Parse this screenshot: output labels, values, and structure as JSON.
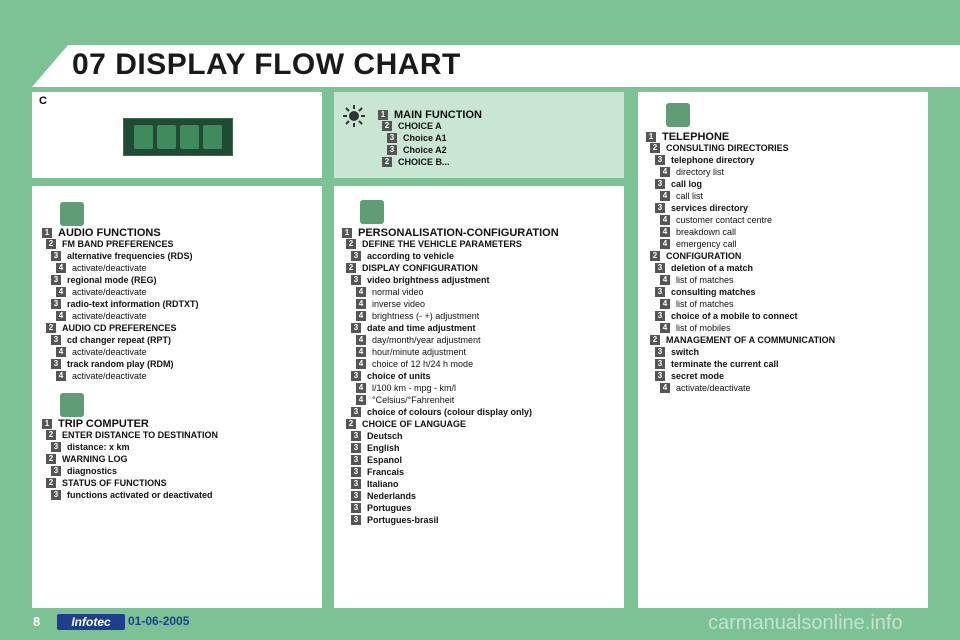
{
  "page": {
    "title": "07 DISPLAY FLOW CHART",
    "page_number": "8",
    "logo_text": "Infotec",
    "date": "01-06-2005",
    "watermark": "carmanualsonline.info",
    "letter": "C"
  },
  "accent_colors": {
    "background": "#7dc295",
    "panel": "#ffffff",
    "panel_highlight": "#c9e6d3",
    "badge": "#555555",
    "logo": "#1e3f8f"
  },
  "sections": {
    "main_function": {
      "icon": "sun-icon",
      "items": [
        {
          "level": "1",
          "text": "MAIN FUNCTION"
        },
        {
          "level": "2",
          "text": "CHOICE A"
        },
        {
          "level": "3",
          "text": "Choice A1"
        },
        {
          "level": "3",
          "text": "Choice A2"
        },
        {
          "level": "2",
          "text": "CHOICE B..."
        }
      ]
    },
    "audio": {
      "icon": "audio-icon",
      "items": [
        {
          "level": "1",
          "text": "AUDIO FUNCTIONS"
        },
        {
          "level": "2",
          "text": "FM BAND PREFERENCES"
        },
        {
          "level": "3",
          "text": "alternative frequencies (RDS)"
        },
        {
          "level": "4",
          "text": "activate/deactivate"
        },
        {
          "level": "3",
          "text": "regional mode (REG)"
        },
        {
          "level": "4",
          "text": "activate/deactivate"
        },
        {
          "level": "3",
          "text": "radio-text information (RDTXT)"
        },
        {
          "level": "4",
          "text": "activate/deactivate"
        },
        {
          "level": "2",
          "text": "AUDIO CD PREFERENCES"
        },
        {
          "level": "3",
          "text": "cd changer repeat (RPT)"
        },
        {
          "level": "4",
          "text": "activate/deactivate"
        },
        {
          "level": "3",
          "text": "track random play (RDM)"
        },
        {
          "level": "4",
          "text": "activate/deactivate"
        }
      ]
    },
    "trip": {
      "icon": "trip-computer-icon",
      "items": [
        {
          "level": "1",
          "text": "TRIP COMPUTER"
        },
        {
          "level": "2",
          "text": "ENTER DISTANCE TO DESTINATION"
        },
        {
          "level": "3",
          "text": "distance: x km"
        },
        {
          "level": "2",
          "text": "WARNING LOG"
        },
        {
          "level": "3",
          "text": "diagnostics"
        },
        {
          "level": "2",
          "text": "STATUS OF FUNCTIONS"
        },
        {
          "level": "3",
          "text": "functions activated or deactivated"
        }
      ]
    },
    "personalisation": {
      "icon": "settings-sliders-icon",
      "items": [
        {
          "level": "1",
          "text": "PERSONALISATION-CONFIGURATION"
        },
        {
          "level": "2",
          "text": "DEFINE THE VEHICLE PARAMETERS"
        },
        {
          "level": "3",
          "text": "according to vehicle"
        },
        {
          "level": "2",
          "text": "DISPLAY CONFIGURATION"
        },
        {
          "level": "3",
          "text": "video brightness adjustment"
        },
        {
          "level": "4",
          "text": "normal video"
        },
        {
          "level": "4",
          "text": "inverse video"
        },
        {
          "level": "4",
          "text": "brightness (- +) adjustment"
        },
        {
          "level": "3",
          "text": "date and time adjustment"
        },
        {
          "level": "4",
          "text": "day/month/year adjustment"
        },
        {
          "level": "4",
          "text": "hour/minute adjustment"
        },
        {
          "level": "4",
          "text": "choice of 12 h/24 h mode"
        },
        {
          "level": "3",
          "text": "choice of units"
        },
        {
          "level": "4",
          "text": "l/100 km - mpg - km/l"
        },
        {
          "level": "4",
          "text": "°Celsius/°Fahrenheit"
        },
        {
          "level": "3",
          "text": "choice of colours (colour display only)"
        },
        {
          "level": "2",
          "text": "CHOICE OF LANGUAGE"
        },
        {
          "level": "3",
          "text": "Deutsch"
        },
        {
          "level": "3",
          "text": "English"
        },
        {
          "level": "3",
          "text": "Espanol"
        },
        {
          "level": "3",
          "text": "Francais"
        },
        {
          "level": "3",
          "text": "Italiano"
        },
        {
          "level": "3",
          "text": "Nederlands"
        },
        {
          "level": "3",
          "text": "Portugues"
        },
        {
          "level": "3",
          "text": "Portugues-brasil"
        }
      ]
    },
    "telephone": {
      "icon": "phone-icon",
      "items": [
        {
          "level": "1",
          "text": "TELEPHONE"
        },
        {
          "level": "2",
          "text": "CONSULTING DIRECTORIES"
        },
        {
          "level": "3",
          "text": "telephone directory"
        },
        {
          "level": "4",
          "text": "directory list"
        },
        {
          "level": "3",
          "text": "call log"
        },
        {
          "level": "4",
          "text": "call list"
        },
        {
          "level": "3",
          "text": "services directory"
        },
        {
          "level": "4",
          "text": "customer contact centre"
        },
        {
          "level": "4",
          "text": "breakdown call"
        },
        {
          "level": "4",
          "text": "emergency call"
        },
        {
          "level": "2",
          "text": "CONFIGURATION"
        },
        {
          "level": "3",
          "text": "deletion of a match"
        },
        {
          "level": "4",
          "text": "list of matches"
        },
        {
          "level": "3",
          "text": "consulting matches"
        },
        {
          "level": "4",
          "text": "list of matches"
        },
        {
          "level": "3",
          "text": "choice of a mobile to connect"
        },
        {
          "level": "4",
          "text": "list of mobiles"
        },
        {
          "level": "2",
          "text": "MANAGEMENT OF A COMMUNICATION"
        },
        {
          "level": "3",
          "text": "switch"
        },
        {
          "level": "3",
          "text": "terminate the current call"
        },
        {
          "level": "3",
          "text": "secret mode"
        },
        {
          "level": "4",
          "text": "activate/deactivate"
        }
      ]
    }
  }
}
